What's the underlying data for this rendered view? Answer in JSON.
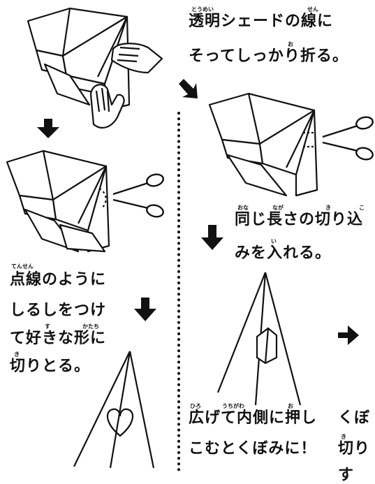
{
  "steps": [
    {
      "lines": [
        "透明シェードの線に",
        "そってしっかり折る。"
      ],
      "ruby": [
        "とうめい",
        "せん",
        "お"
      ]
    },
    {
      "lines": [
        "点線のように",
        "しるしをつけ",
        "て好きな形に",
        "切りとる。"
      ],
      "ruby": [
        "てんせん",
        "す",
        "かたち",
        "き"
      ]
    },
    {
      "lines": [
        "同じ長さの切り込",
        "みを入れる。"
      ],
      "ruby": [
        "おな",
        "なが",
        "き",
        "こ",
        "い"
      ]
    },
    {
      "lines": [
        "広げて内側に押し",
        "こむとくぼみに！"
      ],
      "ruby": [
        "ひろ",
        "うちがわ",
        "お"
      ]
    },
    {
      "lines": [
        "くぼ",
        "切り",
        "す"
      ],
      "ruby": [
        "き"
      ]
    }
  ],
  "icons": [
    "scissors-icon",
    "down-arrow-icon",
    "right-arrow-icon",
    "diagonal-arrow-icon",
    "heart-icon"
  ]
}
